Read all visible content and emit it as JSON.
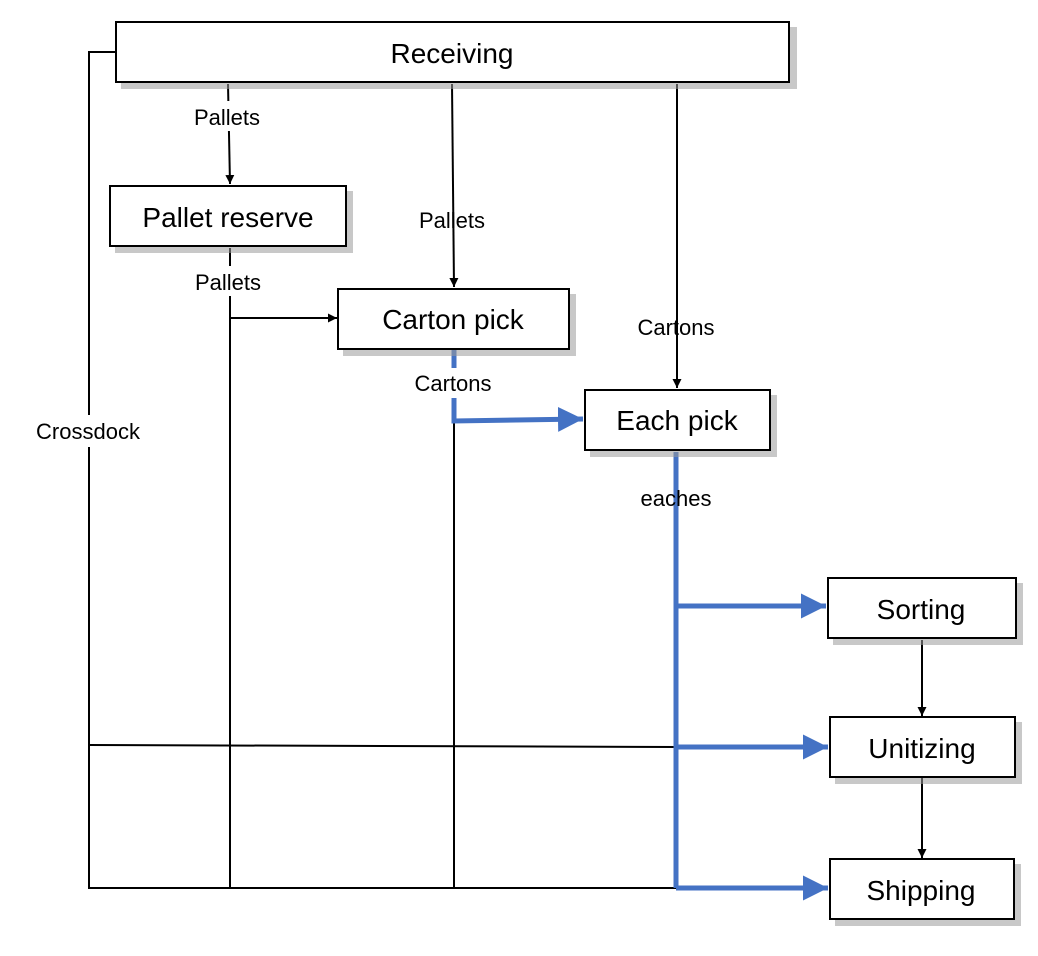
{
  "nodes": {
    "receiving": "Receiving",
    "pallet_reserve": "Pallet reserve",
    "carton_pick": "Carton pick",
    "each_pick": "Each pick",
    "sorting": "Sorting",
    "unitizing": "Unitizing",
    "shipping": "Shipping"
  },
  "edge_labels": {
    "receiving_to_pallet_reserve": "Pallets",
    "receiving_to_carton_pick": "Pallets",
    "receiving_to_each_pick": "Cartons",
    "pallet_reserve_to_carton_pick": "Pallets",
    "carton_pick_to_each_pick": "Cartons",
    "each_pick_out": "eaches",
    "crossdock": "Crossdock"
  },
  "colors": {
    "each_flow": "#4472c4",
    "line": "#000000",
    "box_fill": "#ffffff"
  }
}
